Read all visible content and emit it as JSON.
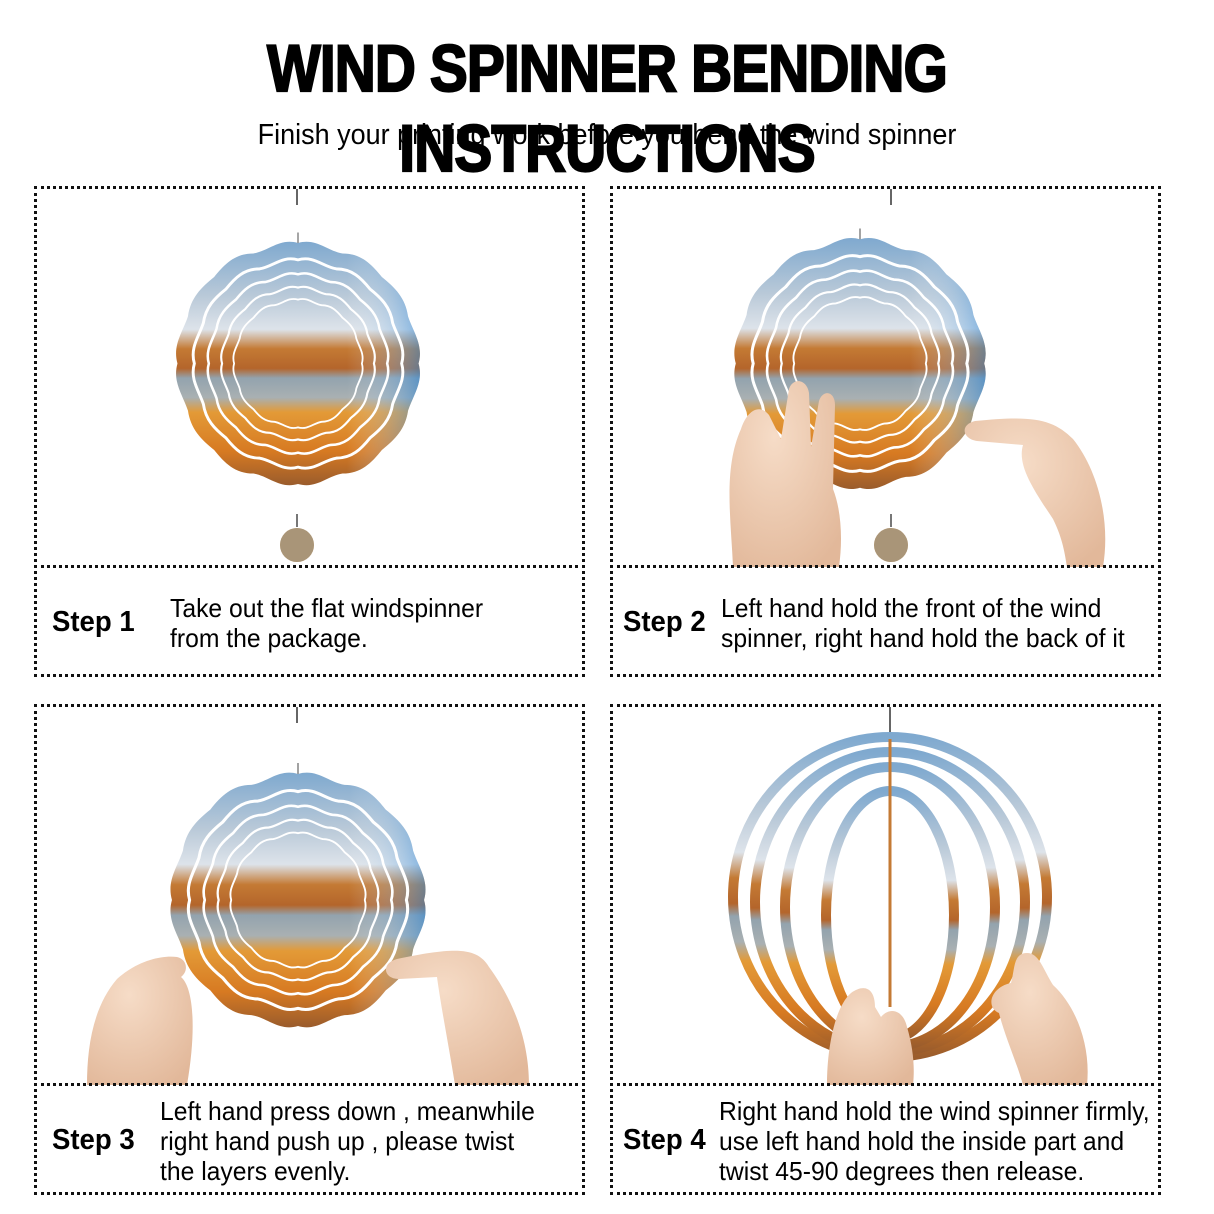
{
  "header": {
    "title": "WIND SPINNER BENDING INSTRUCTIONS",
    "subtitle": "Finish your printing work before you bend the wind spinner"
  },
  "steps": [
    {
      "label": "Step 1",
      "lines": [
        "Take out the flat windspinner",
        "from the package."
      ],
      "image": "flat-wind-spinner-autumn-landscape"
    },
    {
      "label": "Step 2",
      "lines": [
        "Left hand hold the front of the wind",
        "spinner, right hand hold the back of it"
      ],
      "image": "hands-holding-wind-spinner"
    },
    {
      "label": "Step 3",
      "lines": [
        "Left hand press down , meanwhile",
        "right hand push up , please twist",
        "the layers evenly."
      ],
      "image": "hands-twisting-spinner-layers"
    },
    {
      "label": "Step 4",
      "lines": [
        "Right hand hold the wind spinner firmly,",
        "use left hand hold the inside part and",
        "twist 45-90 degrees then release."
      ],
      "image": "bent-wind-spinner-3d"
    }
  ],
  "colors": {
    "sky": "#6fa9d8",
    "cloud": "#e8ecf0",
    "autumn": "#d9862a",
    "water": "#8ea4b4",
    "skin": "#f0cdb4",
    "border": "#111111"
  }
}
